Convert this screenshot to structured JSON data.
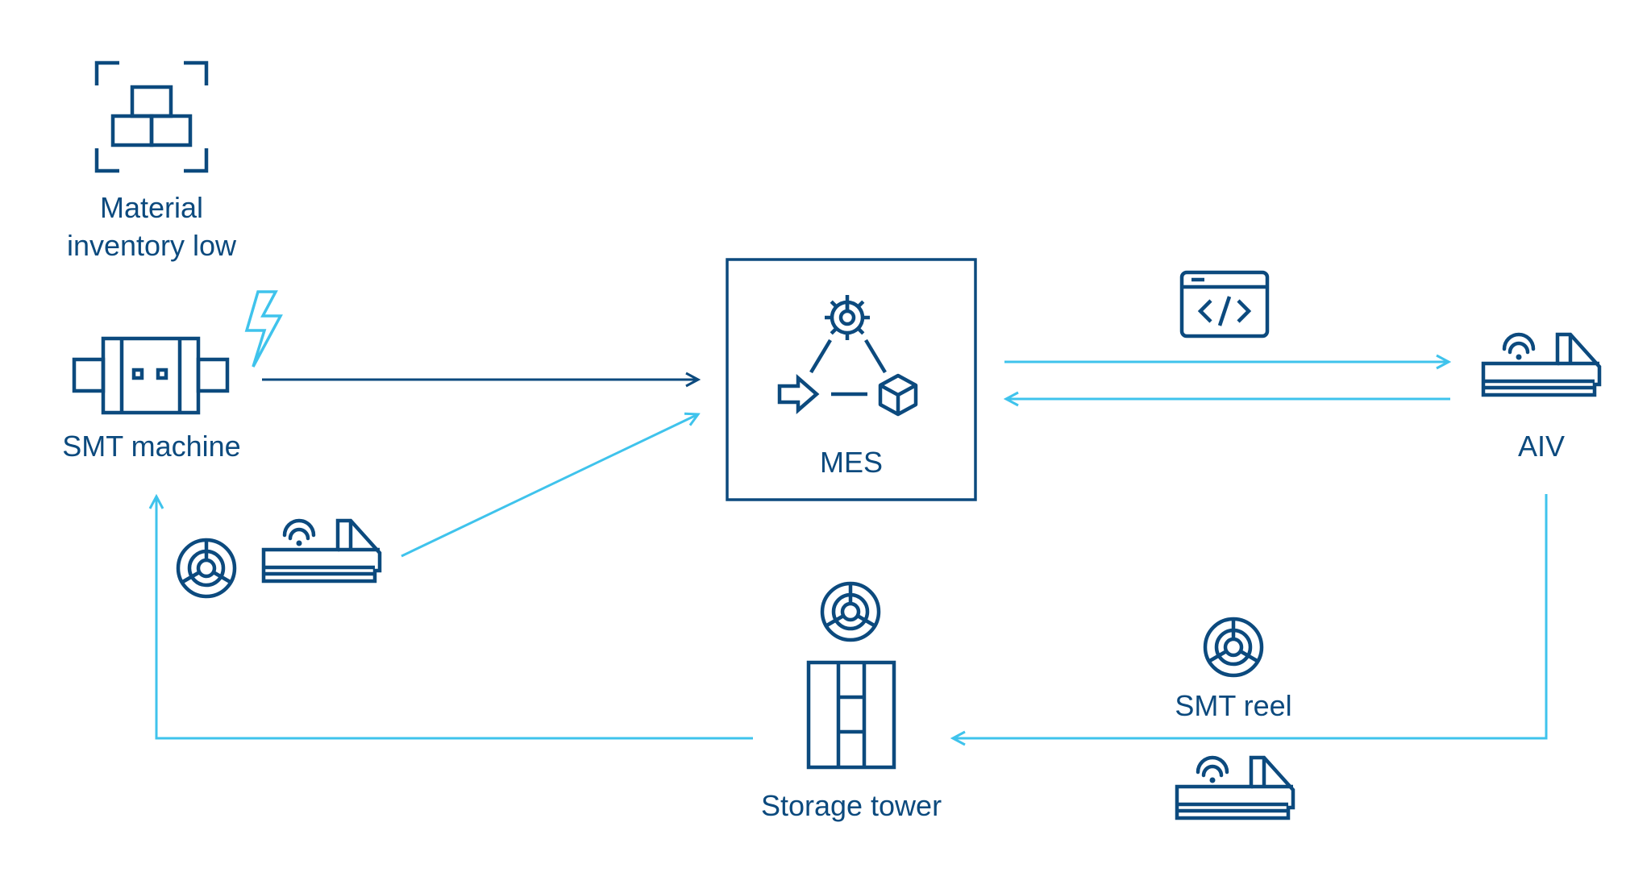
{
  "diagram": {
    "colors": {
      "dark": "#0c4a7e",
      "light": "#3fc3ec",
      "background": "#ffffff"
    },
    "nodes": {
      "material": {
        "label_line1": "Material",
        "label_line2": "inventory low",
        "icon": "boxes-scan-icon"
      },
      "smt_machine": {
        "label": "SMT machine",
        "icon": "smt-machine-icon",
        "alert_icon": "lightning-icon"
      },
      "mes": {
        "label": "MES",
        "icon": "mes-workflow-icon"
      },
      "aiv": {
        "label": "AIV",
        "icon": "aiv-robot-icon"
      },
      "storage_tower": {
        "label": "Storage tower",
        "icon": "storage-tower-icon"
      },
      "smt_reel": {
        "label": "SMT reel",
        "icon": "reel-icon"
      },
      "code_window": {
        "icon": "code-window-icon"
      }
    },
    "edges": [
      {
        "from": "smt_machine",
        "to": "mes",
        "color": "dark"
      },
      {
        "from": "aiv_with_reel",
        "to": "mes",
        "color": "light"
      },
      {
        "from": "mes",
        "to": "aiv",
        "color": "light"
      },
      {
        "from": "aiv",
        "to": "mes",
        "color": "light"
      },
      {
        "from": "aiv",
        "to": "storage_tower",
        "color": "light"
      },
      {
        "from": "storage_tower",
        "to": "smt_machine",
        "color": "light"
      }
    ]
  }
}
